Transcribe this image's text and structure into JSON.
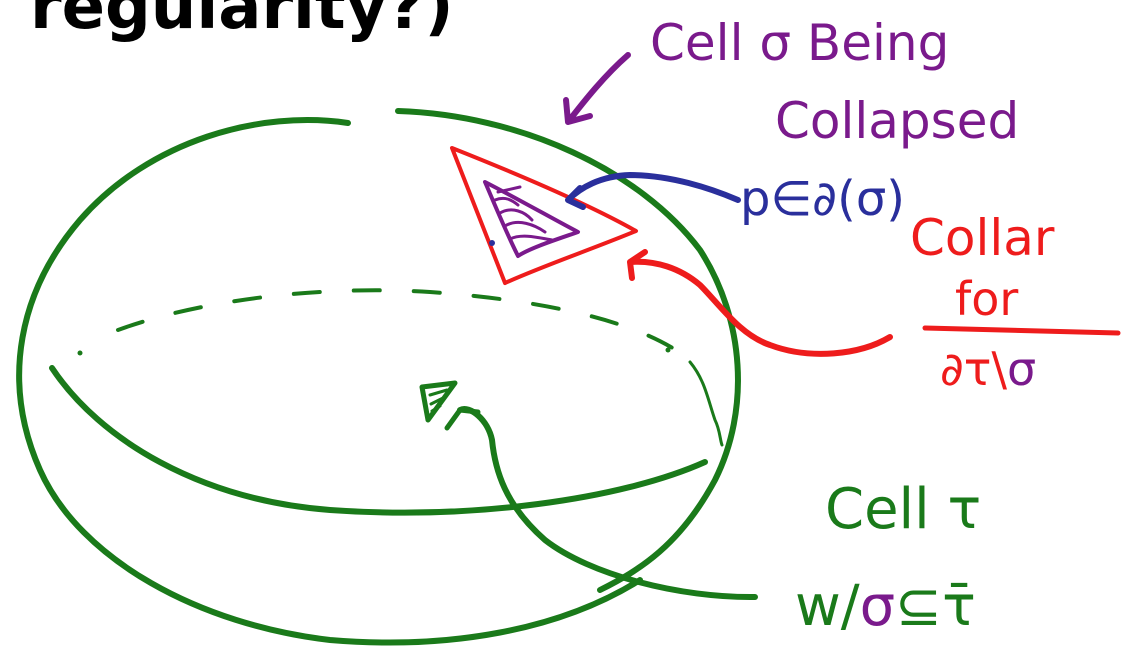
{
  "colors": {
    "green": "#1a7a1a",
    "purple": "#7a1a8c",
    "blue": "#2a2f9c",
    "red": "#ee1c1c",
    "black": "#000000"
  },
  "labels": {
    "top_text": "regularity?)",
    "cell_being_collapsed_line1": "Cell σ Being",
    "cell_being_collapsed_line2": "Collapsed",
    "p_in_boundary": "p∈∂(σ)",
    "collar_line1": "Collar",
    "collar_line2": "for",
    "collar_line3_prefix": "∂τ\\",
    "collar_line3_sigma": "σ",
    "cell_tau": "Cell τ",
    "with_prefix": "w/",
    "with_sigma": "σ",
    "with_suffix": "⊆τ̄"
  }
}
